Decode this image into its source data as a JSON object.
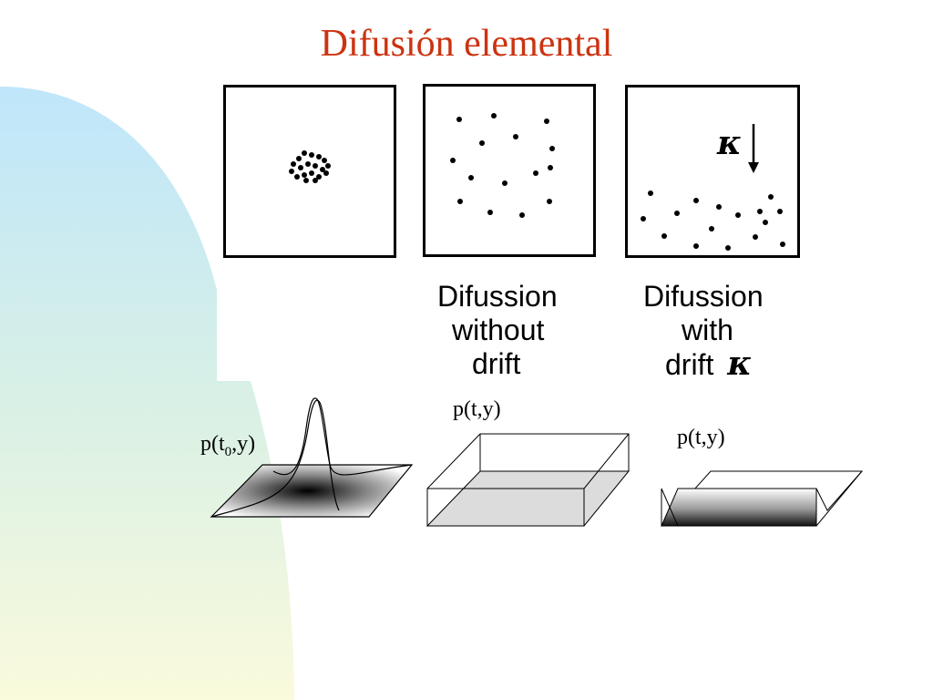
{
  "title": "Difusión elemental",
  "symbol": "κ",
  "panels": [
    {
      "id": "initial",
      "caption_lines": []
    },
    {
      "id": "no-drift",
      "caption_lines": [
        "Difussion",
        "without",
        "drift"
      ]
    },
    {
      "id": "drift",
      "caption_lines": [
        "Difussion",
        "with",
        "drift"
      ]
    }
  ],
  "plots": {
    "initial": {
      "prefix": "p(t",
      "sub": "0",
      "suffix": ",y)"
    },
    "no_drift": {
      "label": "p(t,y)"
    },
    "drift": {
      "label": "p(t,y)"
    }
  },
  "colors": {
    "title": "#cc3311",
    "bg_blue": "#bfe6fb",
    "bg_yellow": "#fafadc"
  }
}
